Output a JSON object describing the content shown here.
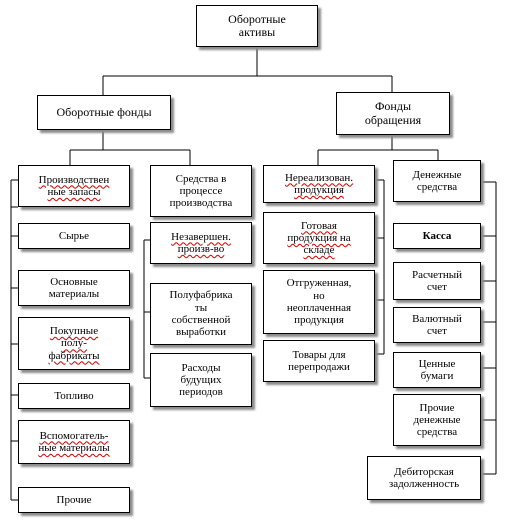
{
  "root": "Оборотные\nактивы",
  "left_header": "Оборотные фонды",
  "right_header": "Фонды\nобращения",
  "col1": [
    "Производствен\nные запасы",
    "Сырье",
    "Основные\nматериалы",
    "Покупные\nполу-\nфабрикаты",
    "Топливо",
    "Вспомогатель-\nные материалы",
    "Прочие"
  ],
  "col2": [
    "Средства в\nпроцессе\nпроизводства",
    "Незавершен.\nпроизв-во",
    "Полуфабрика\nты\nсобственной\nвыработки",
    "Расходы\nбудущих\nпериодов"
  ],
  "col3": [
    "Нереализован.\nпродукция",
    "Готовая\nпродукция на\nскладе",
    "Отгруженная,\nно\nнеоплаченная\nпродукция",
    "Товары для\nперепродажи"
  ],
  "col4": [
    "Денежные\nсредства",
    "Касса",
    "Расчетный\nсчет",
    "Валютный\nсчет",
    "Ценные\nбумаги",
    "Прочие\nденежные\nсредства",
    "Дебиторская\nзадолженность"
  ]
}
